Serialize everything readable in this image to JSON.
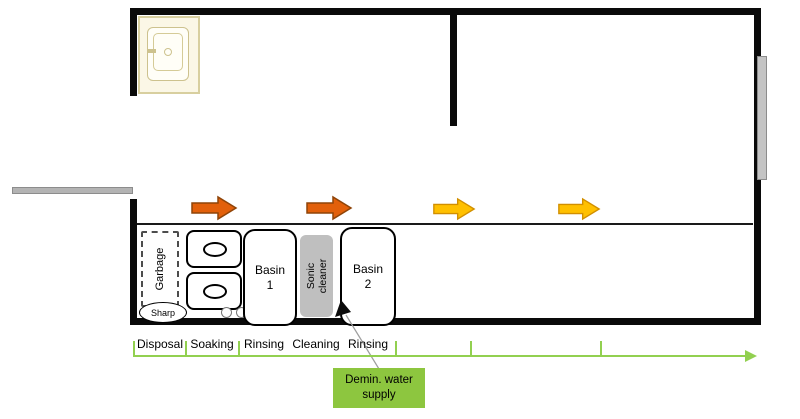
{
  "diagram": {
    "kind": "floor-plan-workflow"
  },
  "equipment": {
    "garbage_label": "Garbage",
    "sharp_label": "Sharp",
    "basin1": {
      "line1": "Basin",
      "line2": "1"
    },
    "sonic_cleaner": {
      "line1": "Sonic",
      "line2": "cleaner"
    },
    "basin2": {
      "line1": "Basin",
      "line2": "2"
    }
  },
  "zones": [
    {
      "label": "Disposal"
    },
    {
      "label": "Soaking"
    },
    {
      "label": "Rinsing"
    },
    {
      "label": "Cleaning"
    },
    {
      "label": "Rinsing"
    }
  ],
  "annotation": {
    "line1": "Demin. water",
    "line2": "supply"
  },
  "colors": {
    "wall": "#0a0a0a",
    "arrow_orange": "#e2600b",
    "arrow_orange_stroke": "#8f4408",
    "arrow_yellow": "#ffc000",
    "arrow_yellow_stroke": "#d18f00",
    "timeline_green": "#92d050",
    "annotation_green": "#8dc63f",
    "sonic_gray": "#bfbfbf",
    "door_gray": "#b3b3b3"
  },
  "icons": {
    "sink": "sink-icon",
    "valve": "water-valve-icon",
    "flow_arrow": "arrow-right-icon",
    "timeline_arrow": "arrowhead-right-icon"
  }
}
